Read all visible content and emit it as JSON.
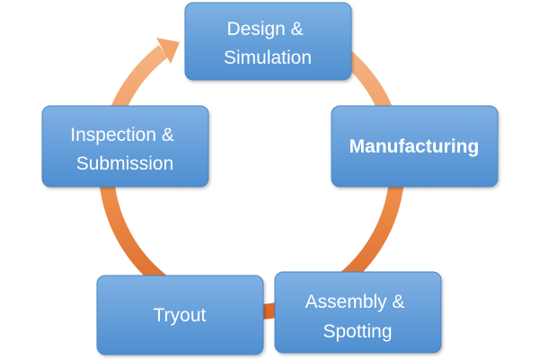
{
  "diagram": {
    "colors": {
      "arrow": "#ee8f4c",
      "box": "#5b9bd5"
    },
    "nodes": [
      {
        "id": "design",
        "lines": [
          "Design &",
          "Simulation"
        ],
        "bold": false
      },
      {
        "id": "manufacturing",
        "lines": [
          "Manufacturing"
        ],
        "bold": true
      },
      {
        "id": "assembly",
        "lines": [
          "Assembly &",
          "Spotting"
        ],
        "bold": false
      },
      {
        "id": "tryout",
        "lines": [
          "Tryout"
        ],
        "bold": false
      },
      {
        "id": "inspection",
        "lines": [
          "Inspection &",
          "Submission"
        ],
        "bold": false
      }
    ]
  }
}
